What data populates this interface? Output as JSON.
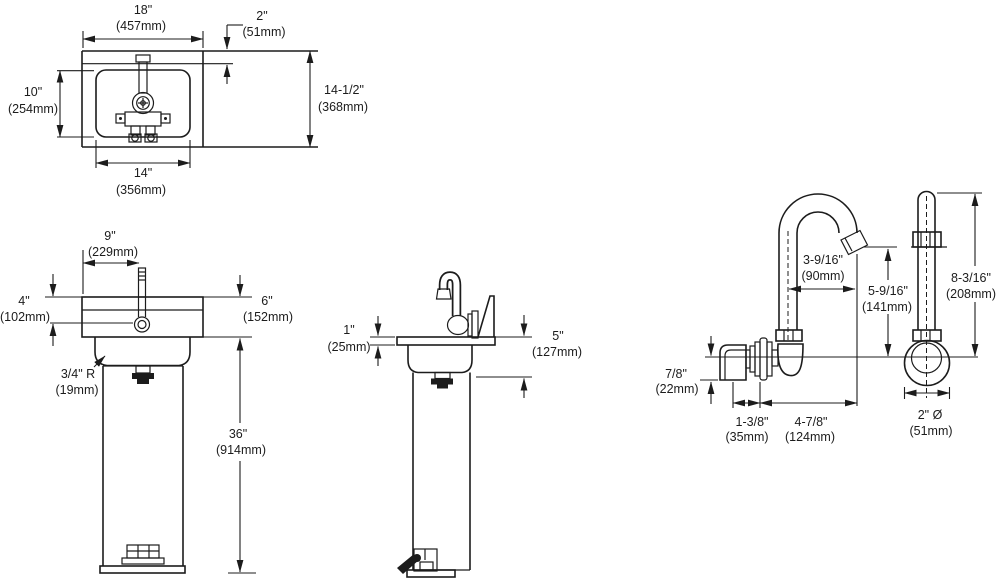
{
  "drawing_title": "pedestal-fountain-dimension-drawing",
  "plan": {
    "width_in": "18\"",
    "width_mm": "(457mm)",
    "ledge_in": "2\"",
    "ledge_mm": "(51mm)",
    "bowl_depth_in": "10\"",
    "bowl_depth_mm": "(254mm)",
    "depth_in": "14-1/2\"",
    "depth_mm": "(368mm)",
    "bowl_width_in": "14\"",
    "bowl_width_mm": "(356mm)"
  },
  "front": {
    "faucet_offset_in": "9\"",
    "faucet_offset_mm": "(229mm)",
    "bubbler_drop_in": "4\"",
    "bubbler_drop_mm": "(102mm)",
    "backsplash_in": "6\"",
    "backsplash_mm": "(152mm)",
    "corner_radius_in": "3/4\" R",
    "corner_radius_mm": "(19mm)",
    "pedestal_height_in": "36\"",
    "pedestal_height_mm": "(914mm)"
  },
  "side": {
    "top_thickness_in": "1\"",
    "top_thickness_mm": "(25mm)",
    "apron_height_in": "5\"",
    "apron_height_mm": "(127mm)"
  },
  "faucet": {
    "spout_reach_in": "3-9/16\"",
    "spout_reach_mm": "(90mm)",
    "spout_height_in": "5-9/16\"",
    "spout_height_mm": "(141mm)",
    "total_height_in": "8-3/16\"",
    "total_height_mm": "(208mm)",
    "inlet_offset_in": "7/8\"",
    "inlet_offset_mm": "(22mm)",
    "elbow_offset_in": "1-3/8\"",
    "elbow_offset_mm": "(35mm)",
    "wall_to_outlet_in": "4-7/8\"",
    "wall_to_outlet_mm": "(124mm)",
    "flange_dia_in": "2\" Ø",
    "flange_dia_mm": "(51mm)"
  }
}
